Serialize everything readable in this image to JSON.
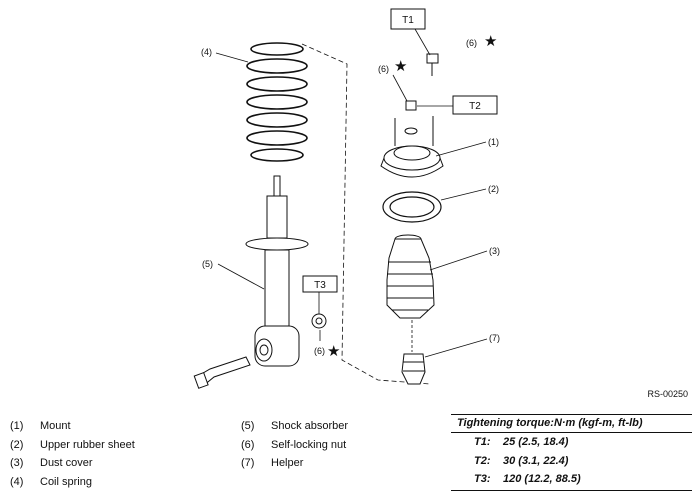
{
  "diagram": {
    "callouts": {
      "c1": "(1)",
      "c2": "(2)",
      "c3": "(3)",
      "c4": "(4)",
      "c5": "(5)",
      "c6a": "(6)",
      "c6b": "(6)",
      "c6c": "(6)",
      "c7": "(7)"
    },
    "torque_tags": {
      "t1": "T1",
      "t2": "T2",
      "t3": "T3"
    },
    "star": "★"
  },
  "reference_code": "RS-00250",
  "legend": {
    "left": [
      {
        "num": "(1)",
        "name": "Mount"
      },
      {
        "num": "(2)",
        "name": "Upper rubber sheet"
      },
      {
        "num": "(3)",
        "name": "Dust cover"
      },
      {
        "num": "(4)",
        "name": "Coil spring"
      }
    ],
    "middle": [
      {
        "num": "(5)",
        "name": "Shock absorber"
      },
      {
        "num": "(6)",
        "name": "Self-locking nut"
      },
      {
        "num": "(7)",
        "name": "Helper"
      }
    ]
  },
  "torque": {
    "heading": "Tightening torque:N·m (kgf-m, ft-lb)",
    "rows": [
      {
        "id": "T1:",
        "value": "25 (2.5, 18.4)"
      },
      {
        "id": "T2:",
        "value": "30 (3.1, 22.4)"
      },
      {
        "id": "T3:",
        "value": "120 (12.2, 88.5)"
      }
    ]
  }
}
